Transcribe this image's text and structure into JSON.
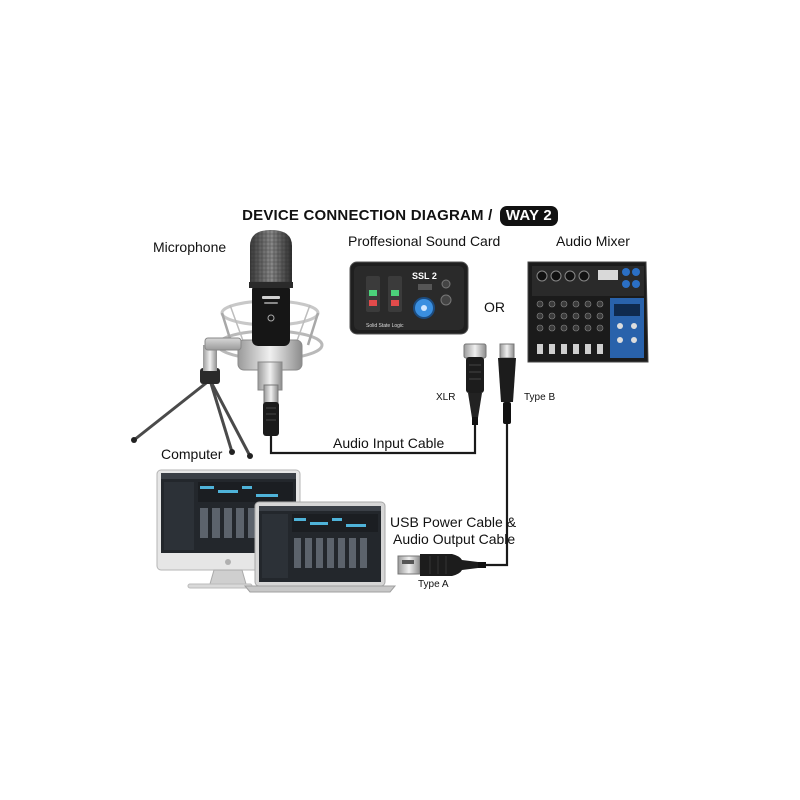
{
  "title": {
    "main": "DEVICE CONNECTION DIAGRAM /",
    "badge": "WAY 2"
  },
  "labels": {
    "microphone": "Microphone",
    "sound_card": "Proffesional Sound Card",
    "audio_mixer": "Audio Mixer",
    "or": "OR",
    "computer": "Computer",
    "xlr": "XLR",
    "type_b": "Type B",
    "type_a": "Type A",
    "audio_input_cable": "Audio Input Cable",
    "usb_cable_line1": "USB Power Cable &",
    "usb_cable_line2": "Audio Output Cable"
  },
  "device_text": {
    "sound_card_logo": "SSL 2",
    "sound_card_brand": "Solid State Logic"
  },
  "colors": {
    "text": "#111111",
    "cable": "#1a1a1a",
    "screen_bg": "#23272c",
    "screen_accent": "#4fb3d9",
    "mixer_blue": "#2b6fc4",
    "knob_blue": "#3a8fe0"
  }
}
